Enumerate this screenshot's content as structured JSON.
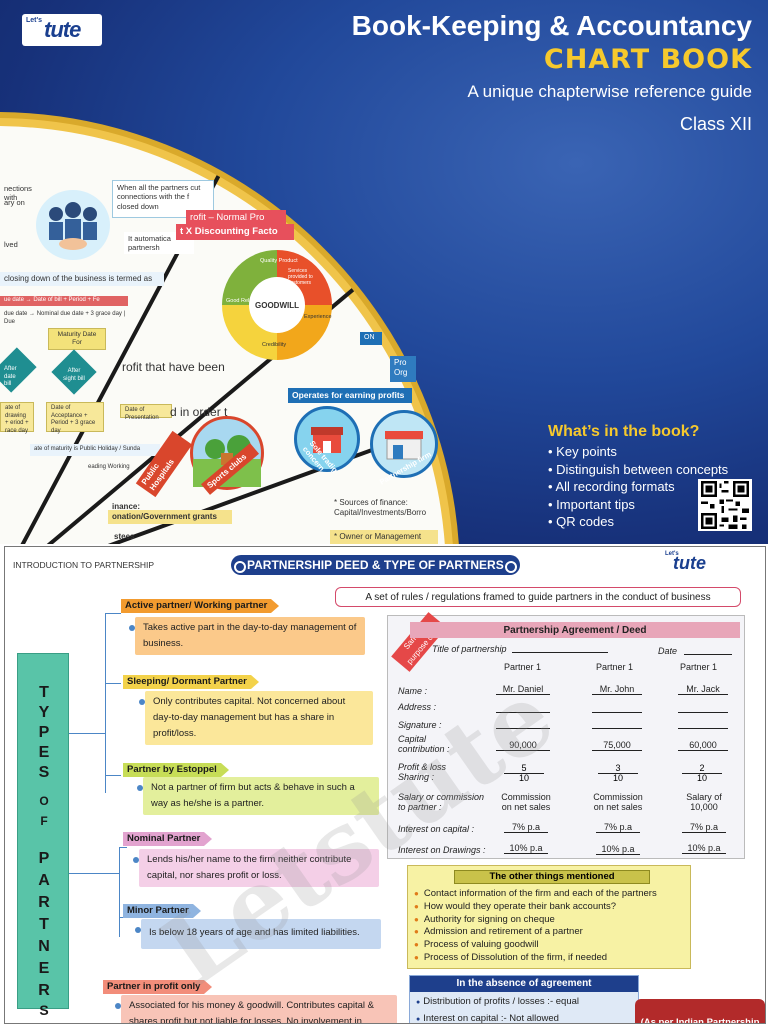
{
  "cover": {
    "logo_lets": "Let's",
    "logo_tute": "tute",
    "title": "Book-Keeping & Accountancy",
    "subtitle": "CHART BOOK",
    "tagline": "A unique chapterwise reference guide",
    "class_label": "Class XII",
    "fan": {
      "frag_connections": "nections with",
      "frag_ary_on": "ary on",
      "frag_lved": "lved",
      "frag_when_partners": "When all the partners cut",
      "frag_connections_firm": "connections with the f",
      "frag_closed": "closed down",
      "frag_automatic": "It automatica",
      "frag_partnersh": "partnersh",
      "frag_closing": "closing down of the business is termed as",
      "frag_date_bill": "ue date → Date of bill + Period + Fe",
      "frag_nominal_due": "due date → Nominal due date + 3 grace day | Due",
      "frag_maturity": "Maturity Date For",
      "frag_after_date": "After date bill",
      "frag_after_sight": "After sight bill",
      "frag_drawing": "ate of drawing + eriod + race day",
      "frag_acceptance": "Date of Acceptance + Period + 3 grace day",
      "frag_presentation": "Date of Presentation",
      "frag_maturity_holiday": "ate of maturity is Public Holiday / Sunda",
      "frag_leading": "eading Working",
      "frag_profit_normal": "rofit – Normal Pro",
      "frag_discounting": "t X Discounting Facto",
      "goodwill_center": "GOODWILL",
      "goodwill_ring": [
        "Quality Product",
        "Services provided to customers",
        "Experience",
        "Credibility",
        "Good Relation"
      ],
      "frag_profit_been": "rofit that have been",
      "frag_in_order": "d in order t",
      "frag_on": "ON",
      "frag_pro_org": "Pro Org",
      "operates": "Operates for earning profits",
      "circle_labels": [
        "Public Hospitals",
        "Sports clubs",
        "Sole tradig concern",
        "Partnership firm"
      ],
      "frag_finance": "inance:",
      "frag_donation": "onation/Government grants",
      "frag_sources": "* Sources of finance: Capital/Investments/Borro",
      "frag_stees": "stees",
      "frag_owner": "* Owner or Management"
    },
    "whats_title": "What’s in the book?",
    "whats_items": [
      "Key points",
      "Distinguish between concepts",
      "All recording formats",
      "Important tips",
      "QR codes"
    ]
  },
  "chart": {
    "breadcrumb": "INTRODUCTION TO PARTNERSHIP",
    "title": "PARTNERSHIP DEED & TYPE OF PARTNERS",
    "logo_lets": "Let's",
    "logo_tute": "tute",
    "deed_definition": "A set of rules / regulations framed to guide partners in the conduct of business",
    "types_letters": [
      "T",
      "Y",
      "P",
      "E",
      "S",
      "O",
      "F",
      "P",
      "A",
      "R",
      "T",
      "N",
      "E",
      "R",
      "S"
    ],
    "partners": [
      {
        "tag": "Active partner/ Working partner",
        "desc": "Takes active part in the day-to-day management of business."
      },
      {
        "tag": "Sleeping/ Dormant Partner",
        "desc": "Only contributes capital. Not concerned about day-to-day management but has a share in profit/loss."
      },
      {
        "tag": "Partner by Estoppel",
        "desc": "Not a partner of firm but acts & behave in such a way as he/she is a partner."
      },
      {
        "tag": "Nominal Partner",
        "desc": "Lends his/her name to the firm neither contribute capital, nor shares profit or loss."
      },
      {
        "tag": "Minor Partner",
        "desc": "Is below 18 years of age and has limited liabilities."
      },
      {
        "tag": "Partner in profit only",
        "desc": "Associated for his money & goodwill. Contributes capital & shares profit but not liable for losses. No involvement in"
      }
    ],
    "deed": {
      "sample": "Sample purpose only",
      "heading": "Partnership Agreement / Deed",
      "title_label": "Title of partnership",
      "date_label": "Date",
      "col_headers": [
        "Partner 1",
        "Partner 1",
        "Partner 1"
      ],
      "rows": {
        "name_label": "Name :",
        "names": [
          "Mr. Daniel",
          "Mr. John",
          "Mr. Jack"
        ],
        "address_label": "Address :",
        "signature_label": "Signature :",
        "capital_label": "Capital contribution :",
        "capitals": [
          "90,000",
          "75,000",
          "60,000"
        ],
        "pl_label": "Profit & loss Sharing :",
        "pl_num": [
          "5",
          "3",
          "2"
        ],
        "pl_den": [
          "10",
          "10",
          "10"
        ],
        "salary_label": "Salary or commission to partner :",
        "salaries": [
          "Commission on net sales",
          "Commission on net sales",
          "Salary of 10,000"
        ],
        "int_cap_label": "Interest on capital :",
        "int_cap": [
          "7% p.a",
          "7% p.a",
          "7% p.a"
        ],
        "int_draw_label": "Interest on Drawings :",
        "int_draw": [
          "10% p.a",
          "10% p.a",
          "10% p.a"
        ]
      }
    },
    "other": {
      "heading": "The other things mentioned",
      "items": [
        "Contact information of the firm and each of the partners",
        "How would they operate their bank accounts?",
        "Authority for signing on cheque",
        "Admission and retirement of a partner",
        "Process of valuing goodwill",
        "Process of Dissolution of the firm, if needed"
      ]
    },
    "absence": {
      "heading": "In the absence of agreement",
      "items": [
        "Distribution of profits / losses :- equal",
        "Interest on capital :- Not allowed"
      ]
    },
    "indian_act": "(As per Indian Partnership",
    "watermark": "Letstute"
  }
}
